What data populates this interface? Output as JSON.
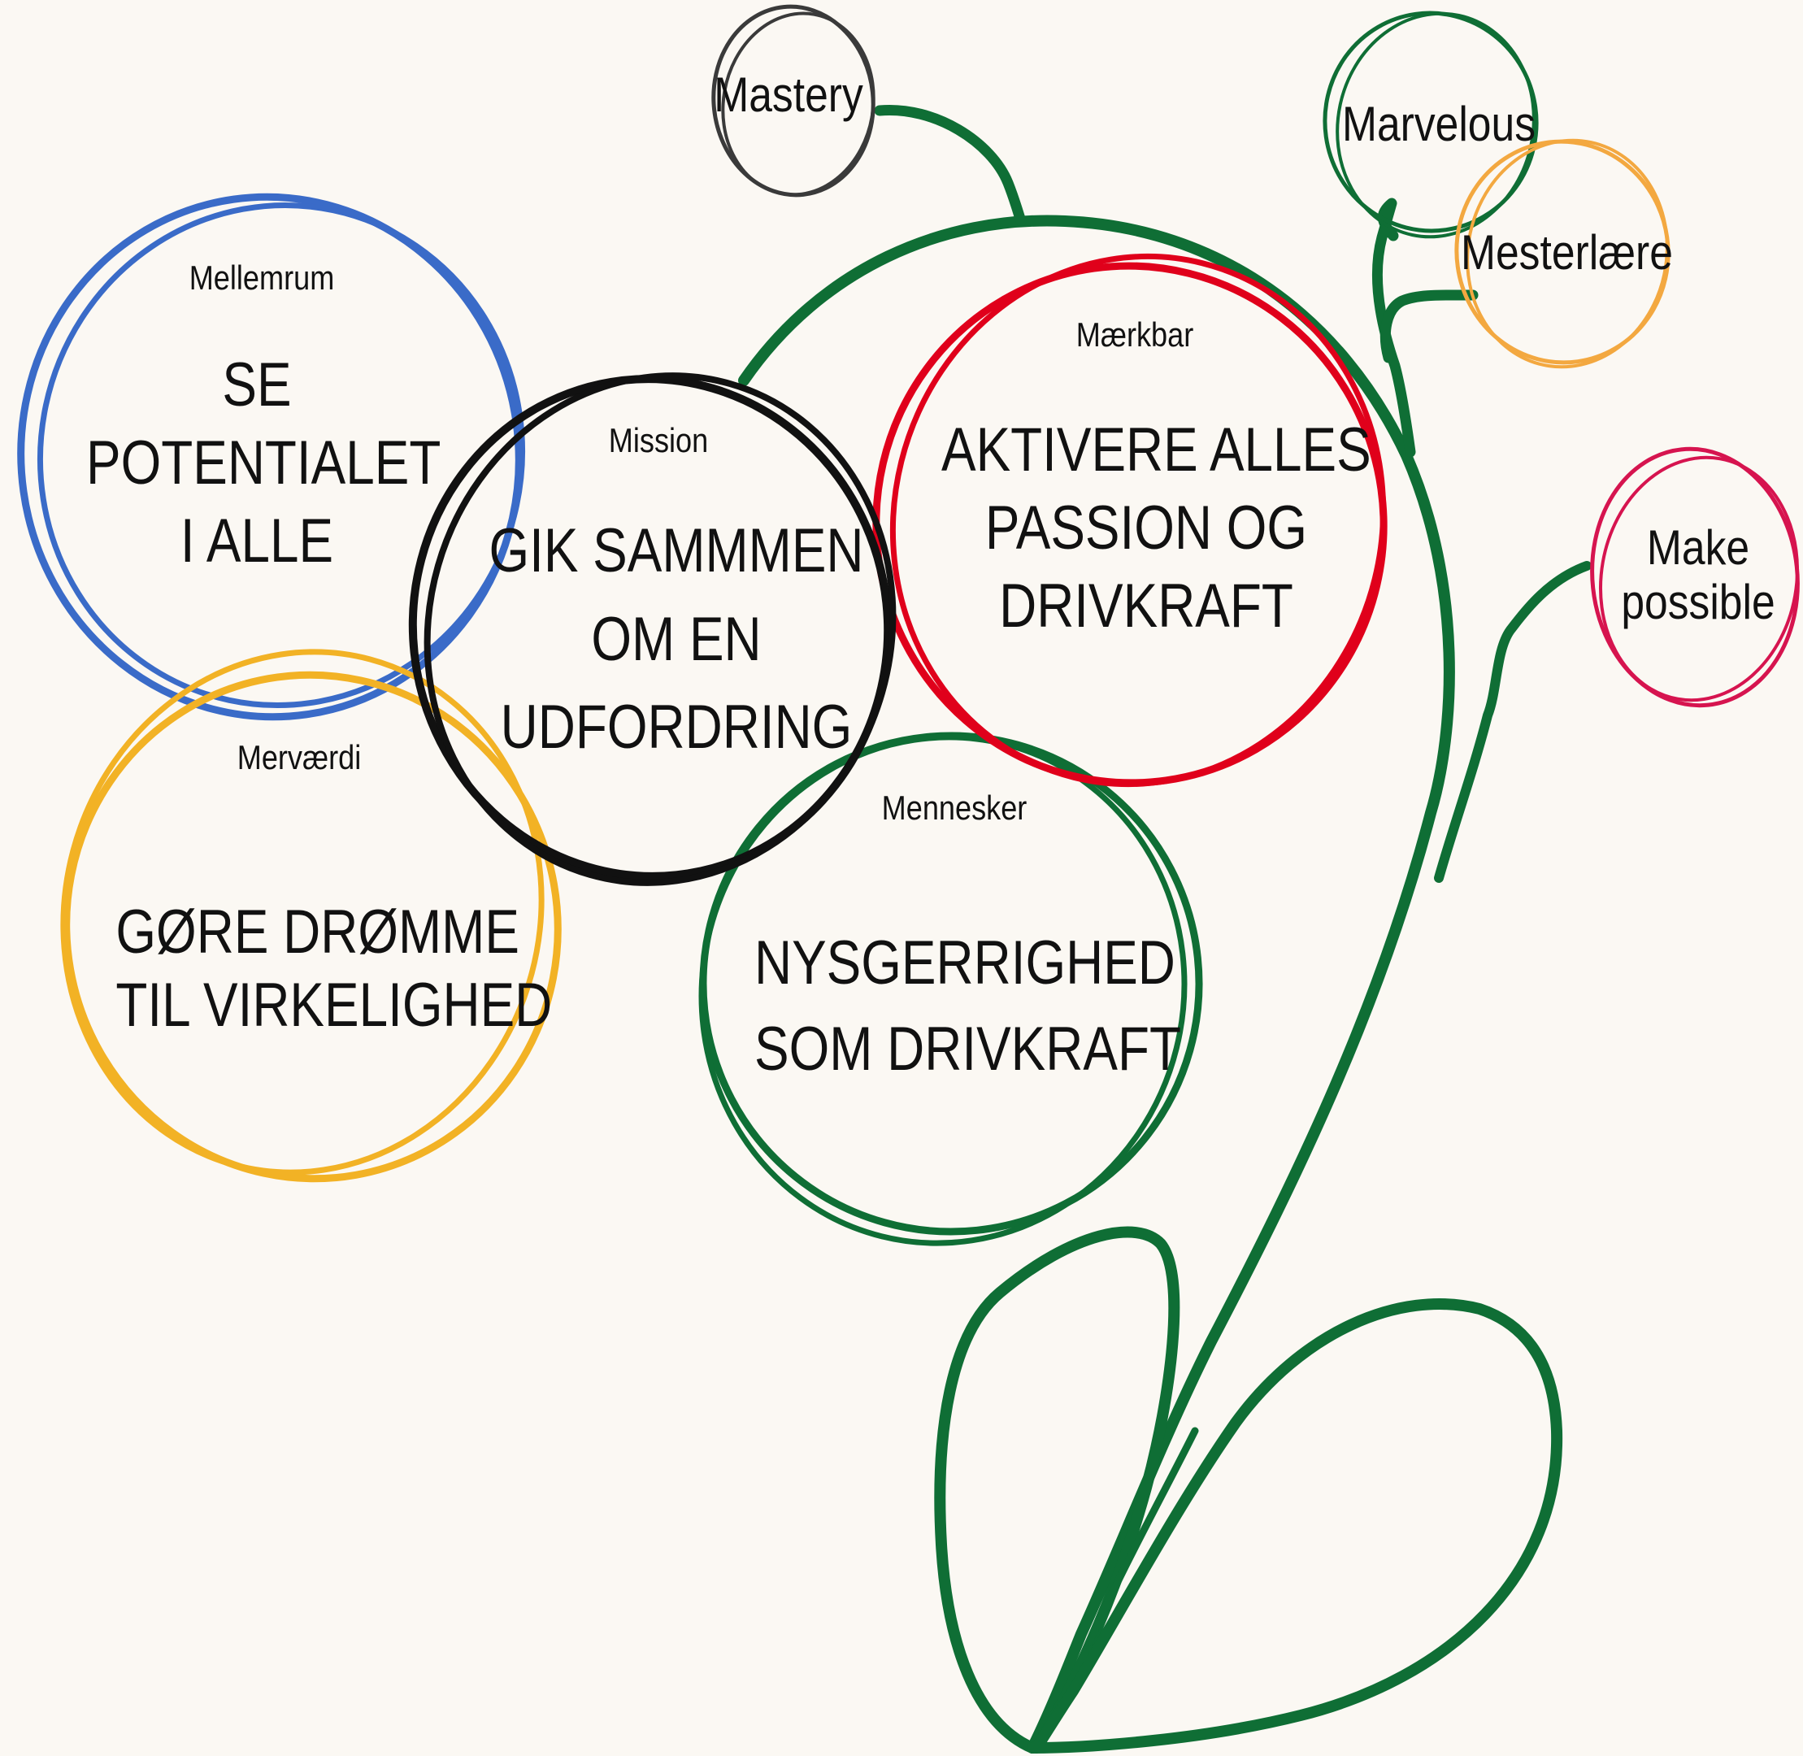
{
  "colors": {
    "background": "#FBF8F3",
    "blue": "#3A6BC8",
    "black": "#111111",
    "red": "#E0001B",
    "green": "#0F6E35",
    "yellow": "#F2B225",
    "orange": "#F3A840",
    "pink": "#D6144F",
    "gray": "#3A3A3A"
  },
  "circles": {
    "mellemrum": {
      "label": "Mellemrum",
      "text": [
        "SE",
        "POTENTIALET",
        "I ALLE"
      ]
    },
    "mission": {
      "label": "Mission",
      "text": [
        "GIK SAMMMEN",
        "OM EN",
        "UDFORDRING"
      ]
    },
    "maerkbar": {
      "label": "Mærkbar",
      "text": [
        "AKTIVERE ALLES",
        "PASSION OG",
        "DRIVKRAFT"
      ]
    },
    "mervaerdi": {
      "label": "Merværdi",
      "text": [
        "GØRE DRØMME",
        "TIL VIRKELIGHED"
      ]
    },
    "mennesker": {
      "label": "Mennesker",
      "text": [
        "NYSGERRIGHED",
        "SOM DRIVKRAFT"
      ]
    }
  },
  "buds": {
    "mastery": "Mastery",
    "marvelous": "Marvelous",
    "mesterlaere": "Mesterlære",
    "make_possible": [
      "Make",
      "possible"
    ]
  }
}
